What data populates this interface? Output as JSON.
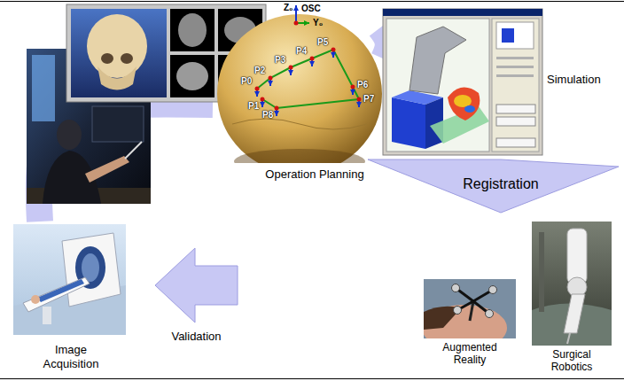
{
  "diagram": {
    "nodes": [
      {
        "text": [
          "Operation Planning"
        ]
      },
      {
        "text": [
          "Simulation"
        ]
      },
      {
        "text": [
          "Image Acquisition"
        ]
      },
      {
        "text": [
          "Augmented Reality"
        ]
      },
      {
        "text": [
          "Surgical Robotics"
        ]
      }
    ],
    "edges": [
      {
        "from": 2,
        "to": 0,
        "arrow": "none"
      },
      {
        "from": 0,
        "to": 1,
        "arrow": "none"
      },
      {
        "from": 1,
        "to": 3,
        "label": "Registration",
        "arrow": "to"
      },
      {
        "from": 3,
        "to": 2,
        "label": "Validation",
        "arrow": "to"
      }
    ],
    "labels": [
      "Z₀",
      "OSC",
      "Y₀",
      "P0",
      "P1",
      "P2",
      "P3",
      "P4",
      "P5",
      "P6",
      "P7",
      "P8"
    ]
  }
}
